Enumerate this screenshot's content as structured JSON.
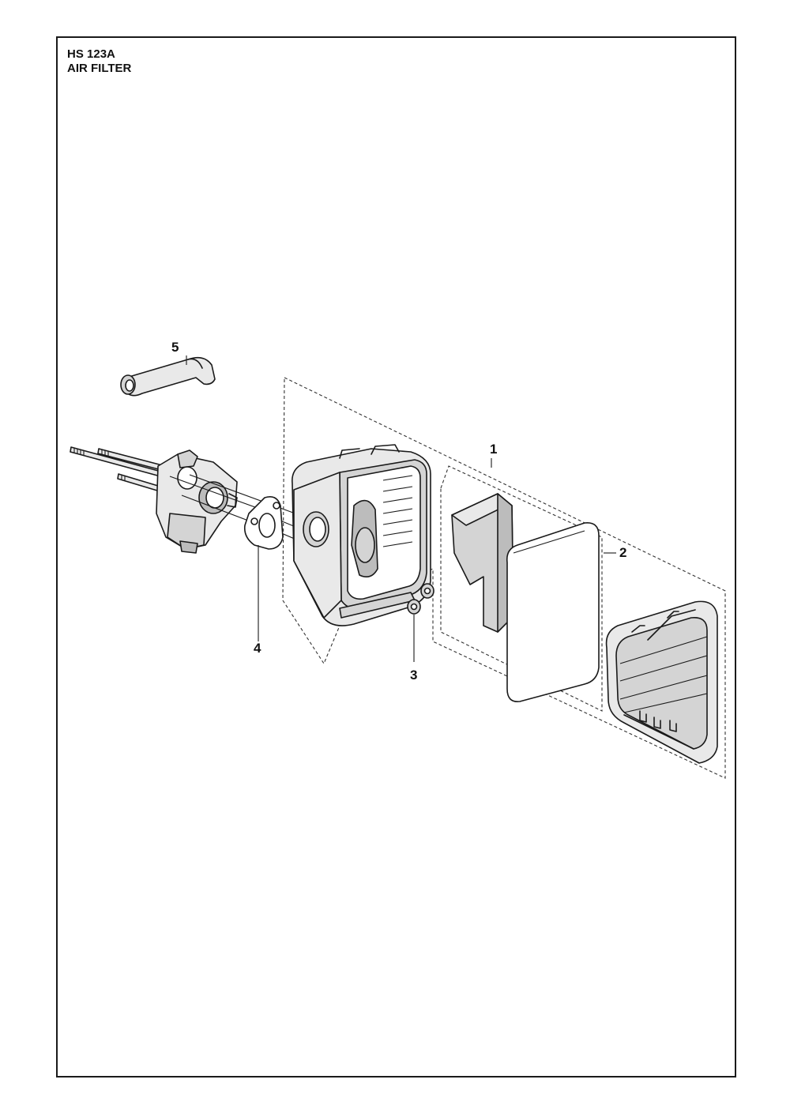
{
  "header": {
    "model": "HS 123A",
    "section": "AIR FILTER"
  },
  "callouts": [
    {
      "number": "1",
      "part": "air-filter-assembly"
    },
    {
      "number": "2",
      "part": "filter-element-set"
    },
    {
      "number": "3",
      "part": "nut"
    },
    {
      "number": "4",
      "part": "gasket"
    },
    {
      "number": "5",
      "part": "breather-hose"
    }
  ]
}
